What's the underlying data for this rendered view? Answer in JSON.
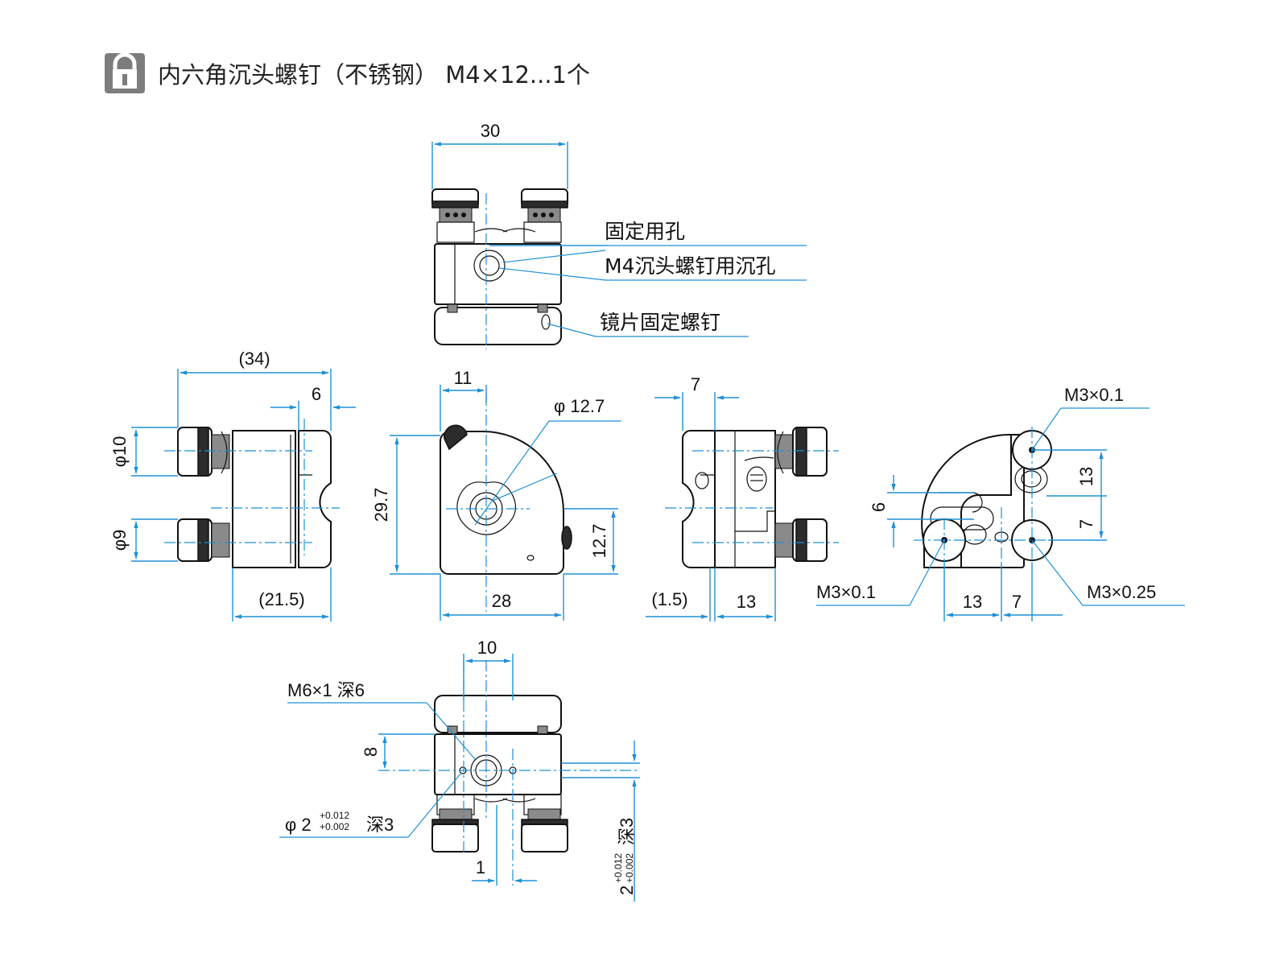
{
  "header": {
    "icon": "padlock-icon",
    "title": "内六角沉头螺钉（不锈钢） M4×12...1个"
  },
  "top_view": {
    "width_dim": "30",
    "label_fix_hole": "固定用孔",
    "label_m4_hole": "M4沉头螺钉用沉孔",
    "label_mirror_screw": "镜片固定螺钉"
  },
  "left_view": {
    "overall_dim": "(34)",
    "dim_6": "6",
    "phi10": "φ10",
    "phi9": "φ9",
    "dim_215": "(21.5)"
  },
  "front_view": {
    "dim_11": "11",
    "phi127": "φ 12.7",
    "dim_297": "29.7",
    "dim_127": "12.7",
    "dim_28": "28"
  },
  "side_view": {
    "dim_7": "7",
    "dim_15": "(1.5)",
    "dim_13": "13"
  },
  "back_view": {
    "m3_01_top": "M3×0.1",
    "m3_01_bottom": "M3×0.1",
    "m3_025": "M3×0.25",
    "dim_13v": "13",
    "dim_7v": "7",
    "dim_6v": "6",
    "dim_13h": "13",
    "dim_7h": "7"
  },
  "bottom_view": {
    "dim_10": "10",
    "m6_label": "M6×1 深6",
    "dim_8": "8",
    "pin_main": "φ 2",
    "pin_tol_plus": "+0.012",
    "pin_tol_minus": "+0.002",
    "pin_depth": "深3",
    "dim_1": "1",
    "vert_main": "2",
    "vert_tol_plus": "+0.012",
    "vert_tol_minus": "+0.002",
    "vert_depth": "深3"
  },
  "colors": {
    "dimension": "#1e90d6",
    "part_outline": "#111111",
    "icon_bg": "#7d7d7d"
  }
}
